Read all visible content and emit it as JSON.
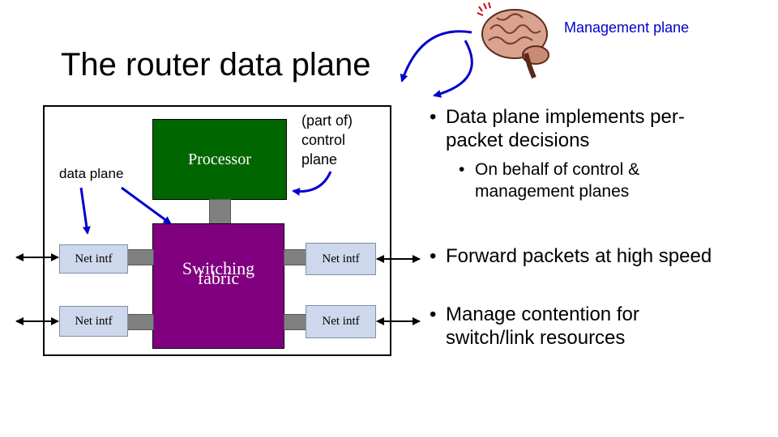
{
  "slide": {
    "title": "The router data plane",
    "management_label": "Management plane",
    "icons": {
      "brain": "brain-icon"
    }
  },
  "diagram": {
    "data_plane_label": "data plane",
    "processor_label": "Processor",
    "fabric_line1": "Switching",
    "fabric_line2": "fabric",
    "net_intf_label": "Net intf",
    "control_plane_lines": [
      "(part of)",
      "control",
      "plane"
    ]
  },
  "bullets": {
    "b1_line1": "Data plane implements per-",
    "b1_line2": "packet decisions",
    "b1_sub_line1": "On behalf of control &",
    "b1_sub_line2": "management planes",
    "b2": "Forward packets at high speed",
    "b3_line1": "Manage contention for",
    "b3_line2": "switch/link resources"
  },
  "colors": {
    "processor": "#006600",
    "fabric": "#800080",
    "net_intf": "#cdd8ec",
    "arrows": "#0000cc",
    "management_label": "#0000cc"
  }
}
